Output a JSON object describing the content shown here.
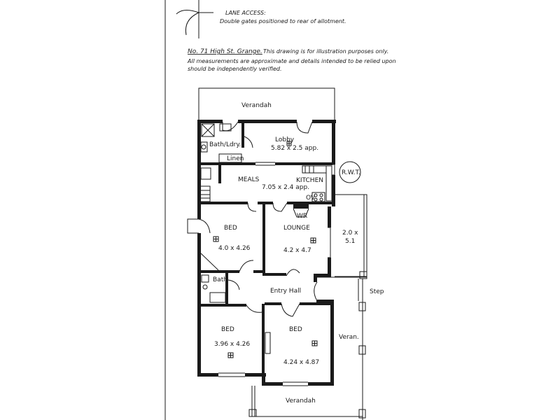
{
  "notes": {
    "lane_title": "LANE ACCESS:",
    "lane_detail": "Double gates positioned to rear of allotment.",
    "address": "No. 71 High St. Grange.",
    "disclaimer_1": "This drawing is for illustration purposes only.",
    "disclaimer_2": "All measurements are approximate and details intended to be relied upon",
    "disclaimer_3": "should be independently verified."
  },
  "rooms": {
    "verandah_rear": "Verandah",
    "lobby": "Lobby",
    "lobby_dim": "5.82 x 2.5 app.",
    "bath_ldry": "Bath/Ldry.",
    "linen": "Linen",
    "meals": "MEALS",
    "meals_dim": "7.05 x 2.4 app.",
    "kitchen": "KITCHEN",
    "rwt": "R.W.T.",
    "bed1": "BED",
    "bed1_dim": "4.0 x 4.26",
    "lounge": "LOUNGE",
    "lounge_dim": "4.2 x 4.7",
    "side_dim_1": "2.0 x",
    "side_dim_2": "5.1",
    "bath": "Bath",
    "entry_hall": "Entry Hall",
    "step": "Step",
    "bed2": "BED",
    "bed2_dim": "3.96 x 4.26",
    "bed3": "BED",
    "bed3_dim": "4.24 x 4.87",
    "veran_side": "Veran.",
    "verandah_front": "Verandah",
    "ov": "OV",
    "wr": "WR"
  }
}
